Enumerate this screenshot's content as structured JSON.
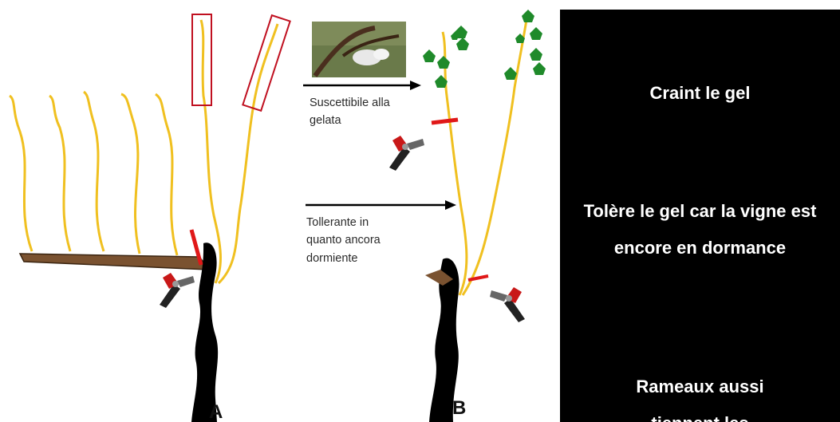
{
  "diagram": {
    "label_a": "A",
    "label_b": "B",
    "arrow_top_text": [
      "Suscettibile alla",
      "gelata"
    ],
    "arrow_bottom_text": [
      "Tollerante in",
      "quanto ancora",
      "dormiente"
    ]
  },
  "panel": {
    "text_1": "Craint le gel",
    "text_2": "Tolère le gel car la vigne est encore en dormance",
    "text_3": "Rameaux aussi",
    "text_4": "tiennent les"
  },
  "colors": {
    "cane": "#f0c020",
    "trunk": "#000000",
    "cordon": "#7a5230",
    "cut": "#e01818",
    "box": "#c01020",
    "leaf": "#1f8a2a",
    "panel": "#000000"
  }
}
